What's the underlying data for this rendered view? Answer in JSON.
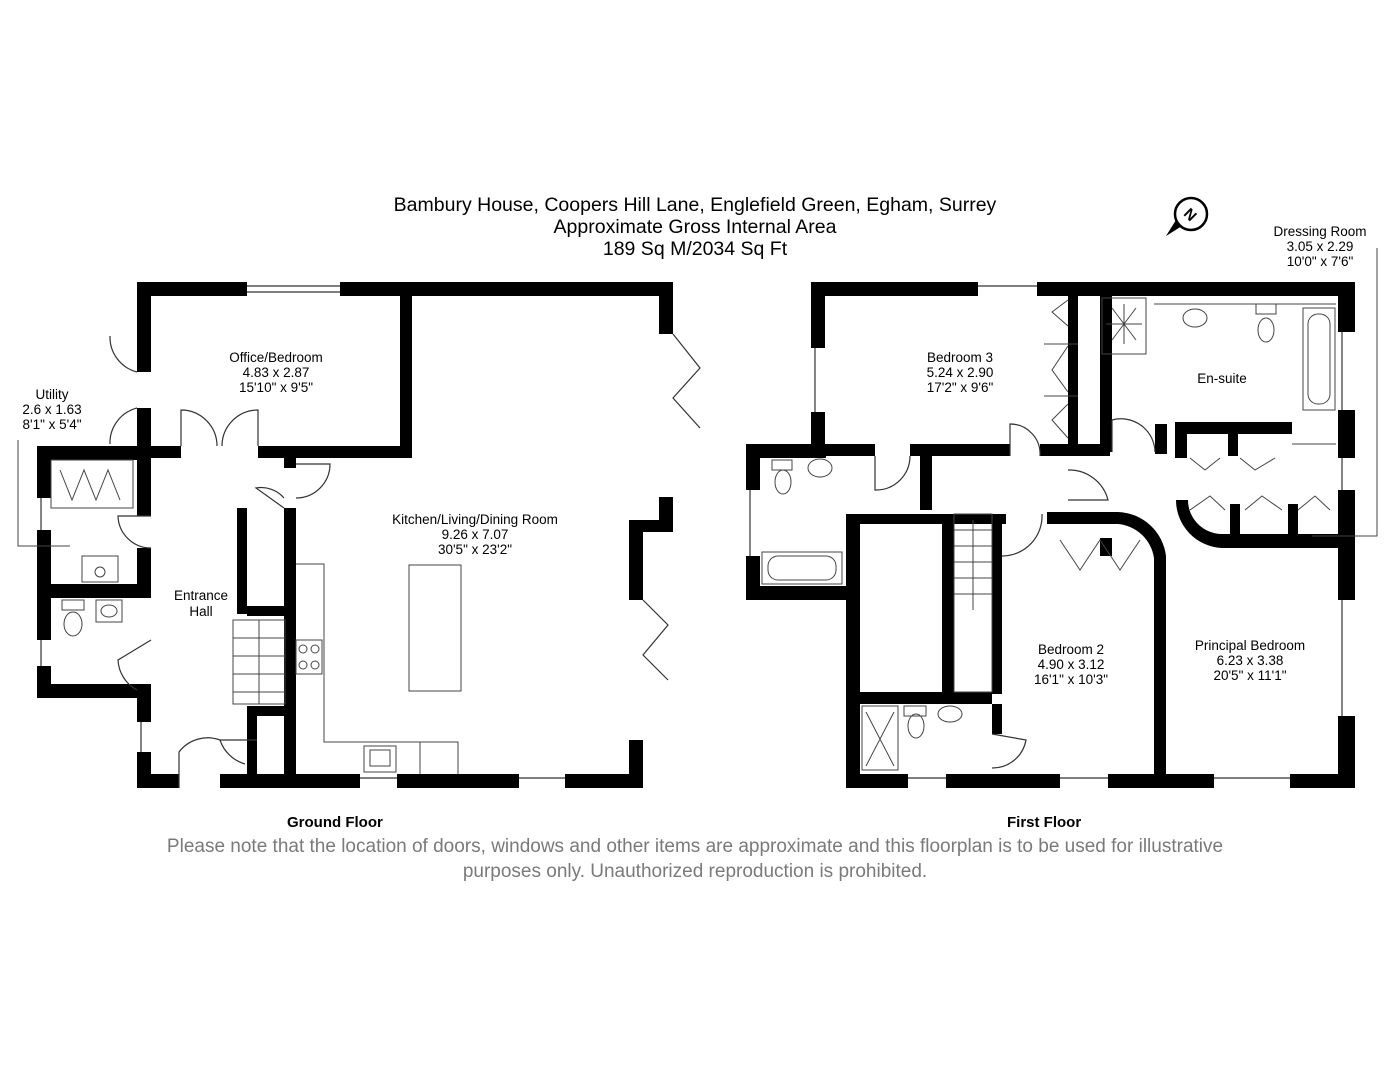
{
  "header": {
    "address": "Bambury House, Coopers Hill Lane, Englefield Green, Egham, Surrey",
    "subtitle": "Approximate Gross Internal Area",
    "area": "189 Sq M/2034 Sq Ft"
  },
  "compass": {
    "icon": "north-arrow-icon",
    "letter": "N"
  },
  "ground_floor": {
    "label": "Ground Floor",
    "rooms": {
      "office": {
        "name": "Office/Bedroom",
        "metric": "4.83 x 2.87",
        "imperial": "15'10\" x 9'5\""
      },
      "utility": {
        "name": "Utility",
        "metric": "2.6 x 1.63",
        "imperial": "8'1\" x 5'4\""
      },
      "hall": {
        "name1": "Entrance",
        "name2": "Hall"
      },
      "kitchen": {
        "name": "Kitchen/Living/Dining Room",
        "metric": "9.26 x 7.07",
        "imperial": "30'5\" x 23'2\""
      }
    }
  },
  "first_floor": {
    "label": "First Floor",
    "rooms": {
      "bedroom3": {
        "name": "Bedroom 3",
        "metric": "5.24 x 2.90",
        "imperial": "17'2\" x 9'6\""
      },
      "ensuite": {
        "name": "En-suite"
      },
      "dressing": {
        "name": "Dressing Room",
        "metric": "3.05 x 2.29",
        "imperial": "10'0\" x 7'6\""
      },
      "bedroom2": {
        "name": "Bedroom 2",
        "metric": "4.90 x 3.12",
        "imperial": "16'1\" x 10'3\""
      },
      "principal": {
        "name": "Principal Bedroom",
        "metric": "6.23 x 3.38",
        "imperial": "20'5\" x 11'1\""
      }
    }
  },
  "disclaimer": {
    "line1": "Please note that the location of doors, windows and other items are approximate and this floorplan is to be used for illustrative",
    "line2": "purposes only. Unauthorized reproduction is prohibited."
  }
}
